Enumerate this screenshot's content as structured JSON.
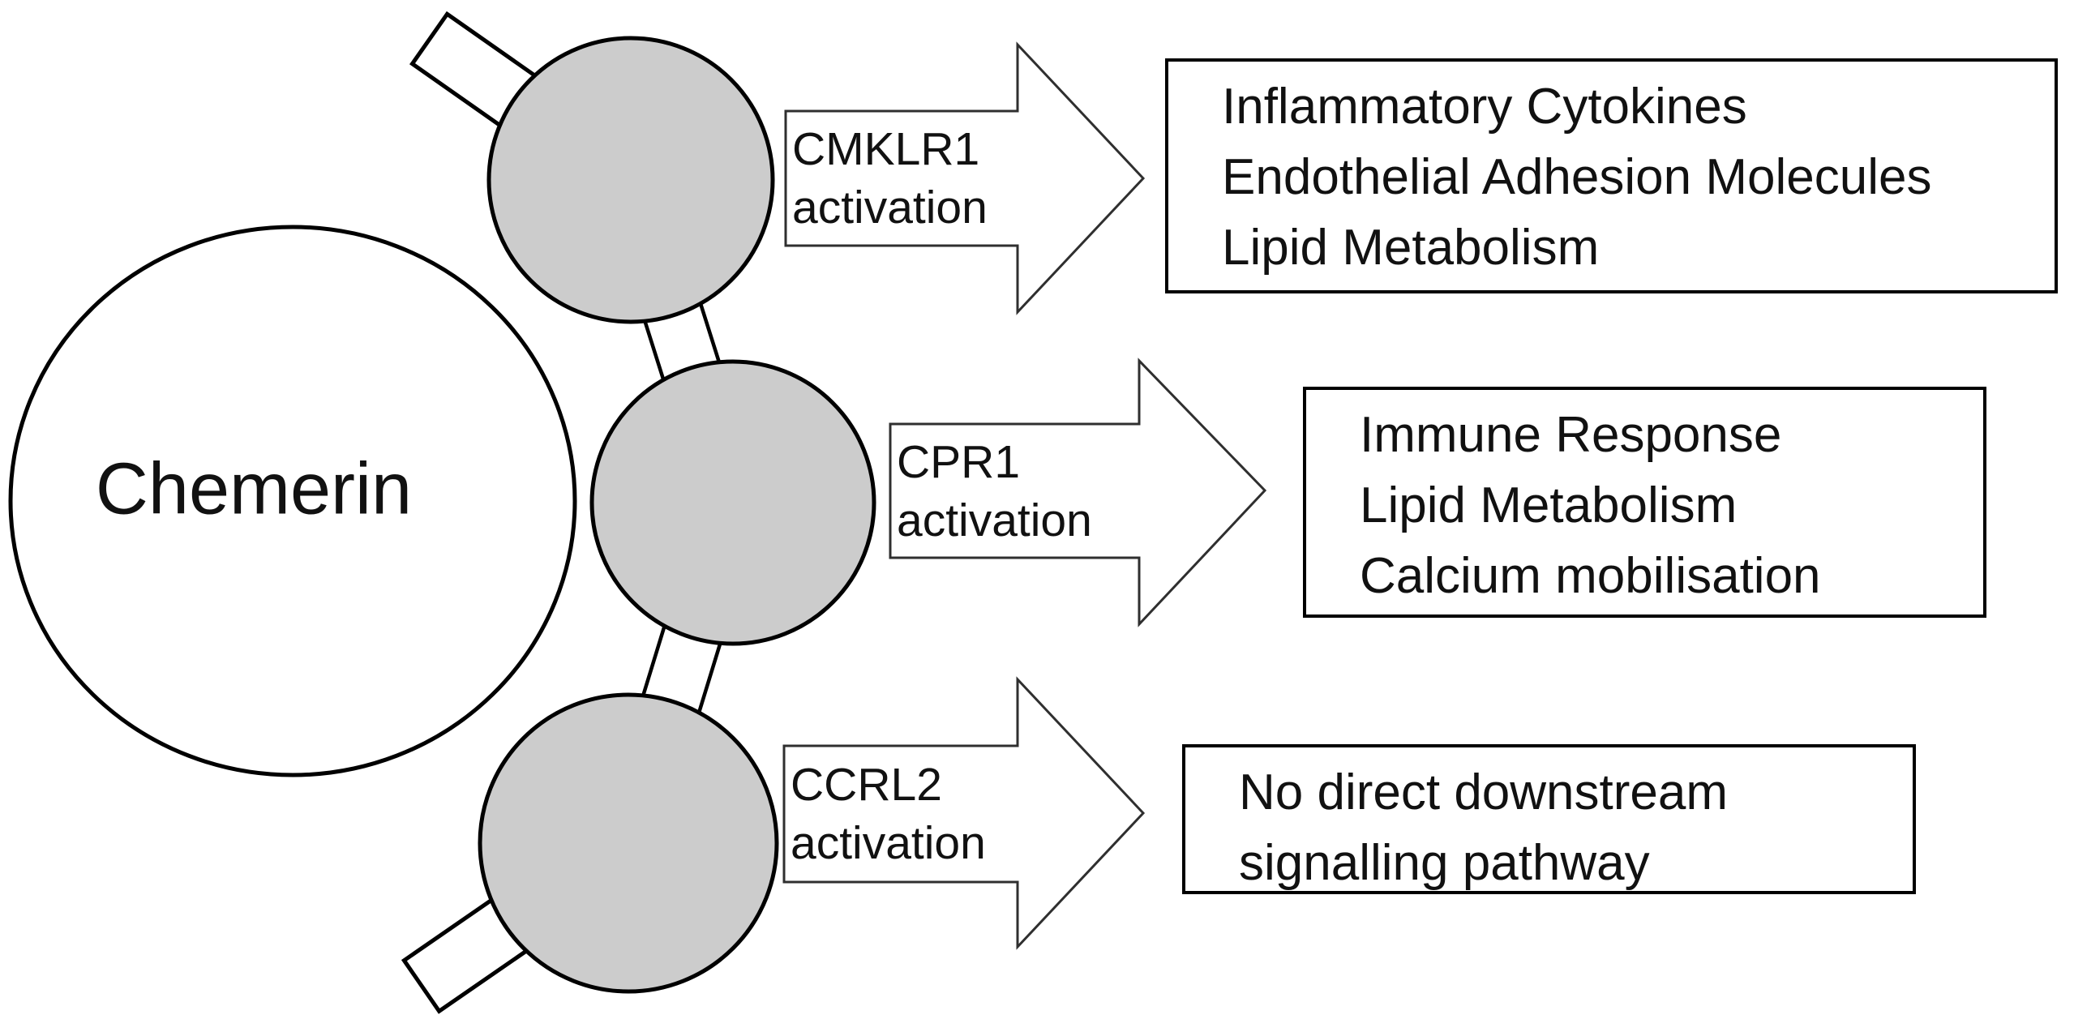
{
  "colors": {
    "background": "#ffffff",
    "outline": "#000000",
    "arrow_outline": "#2f2f2f",
    "receptor_fill": "#cccccc",
    "shape_fill": "#ffffff",
    "text": "#111111"
  },
  "ligand": {
    "label": "Chemerin"
  },
  "receptors": [
    {
      "name": "CMKLR1",
      "arrow_lines": [
        "CMKLR1",
        "activation"
      ],
      "outcome_lines": [
        "Inflammatory Cytokines",
        "Endothelial Adhesion Molecules",
        "Lipid Metabolism"
      ]
    },
    {
      "name": "CPR1",
      "arrow_lines": [
        "CPR1",
        "activation"
      ],
      "outcome_lines": [
        "Immune Response",
        "Lipid Metabolism",
        "Calcium mobilisation"
      ]
    },
    {
      "name": "CCRL2",
      "arrow_lines": [
        "CCRL2",
        "activation"
      ],
      "outcome_lines": [
        "No direct downstream",
        "signalling pathway"
      ]
    }
  ]
}
